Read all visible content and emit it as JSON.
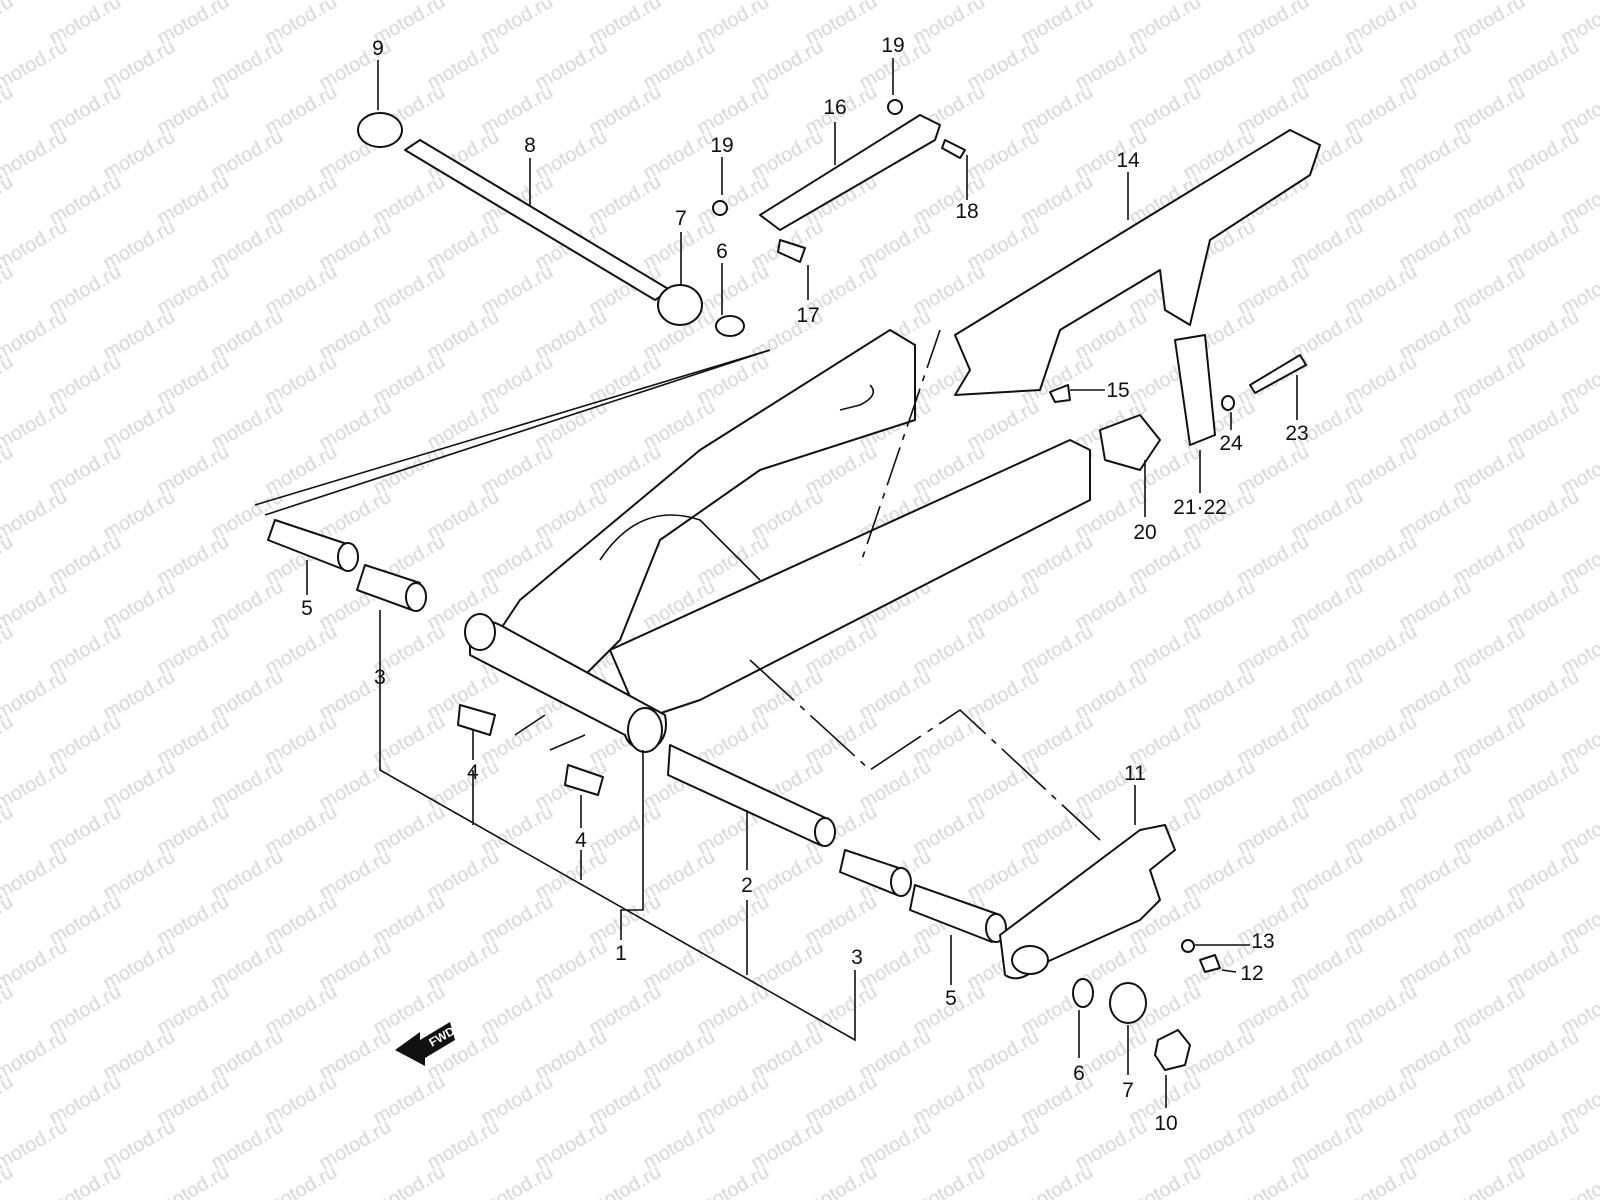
{
  "watermark": "motod.ru",
  "fwd_badge": "FWD",
  "callouts": [
    "9",
    "8",
    "19",
    "16",
    "19",
    "18",
    "7",
    "6",
    "17",
    "14",
    "15",
    "23",
    "24",
    "21·22",
    "20",
    "5",
    "3",
    "4",
    "4",
    "2",
    "1",
    "3",
    "5",
    "11",
    "13",
    "12",
    "6",
    "7",
    "10"
  ]
}
